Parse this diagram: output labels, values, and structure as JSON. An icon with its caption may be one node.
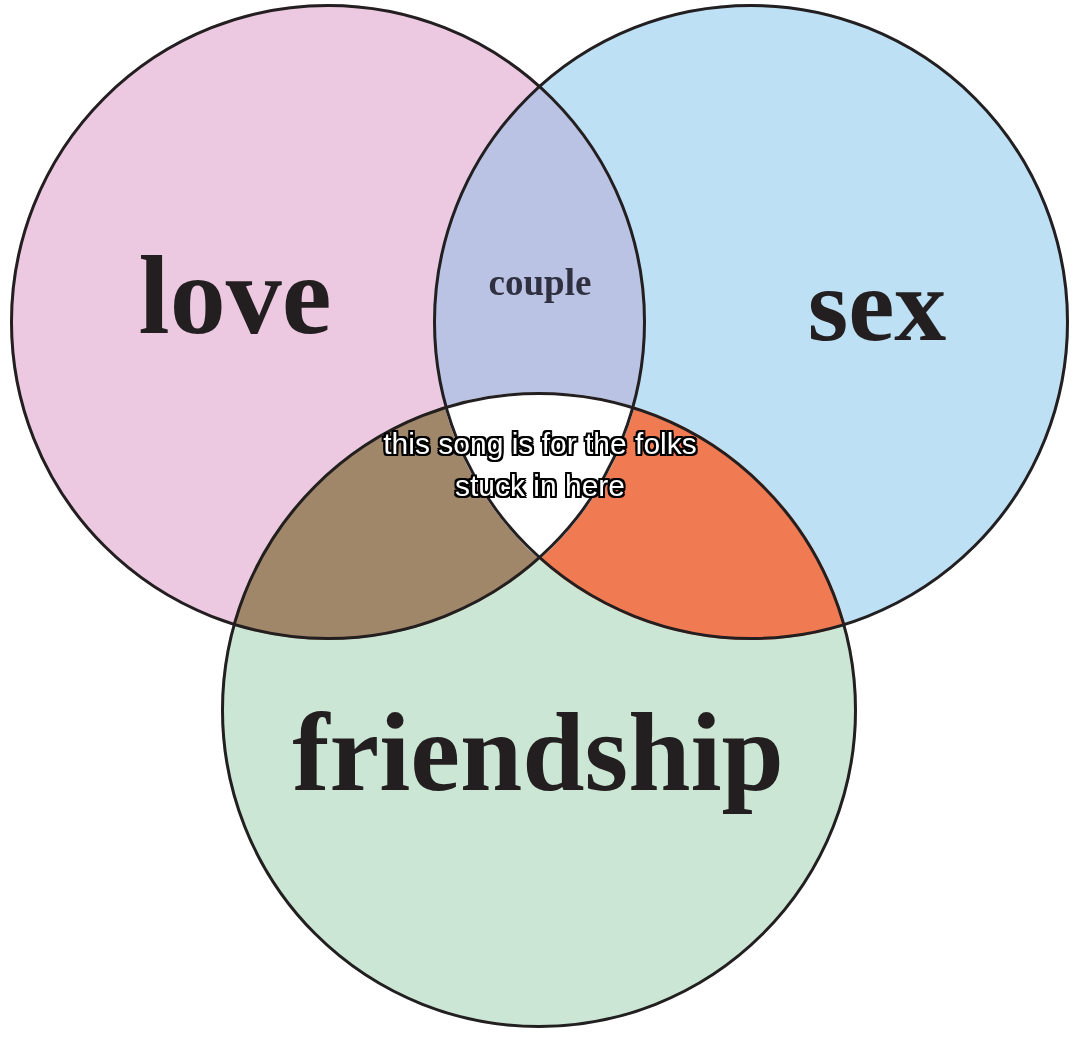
{
  "diagram": {
    "nodes": [
      {
        "text": [
          "love"
        ]
      },
      {
        "text": [
          "sex"
        ]
      },
      {
        "text": [
          "friendship"
        ]
      }
    ],
    "labels": [
      "couple",
      "this song is for the folks stuck in here"
    ]
  }
}
